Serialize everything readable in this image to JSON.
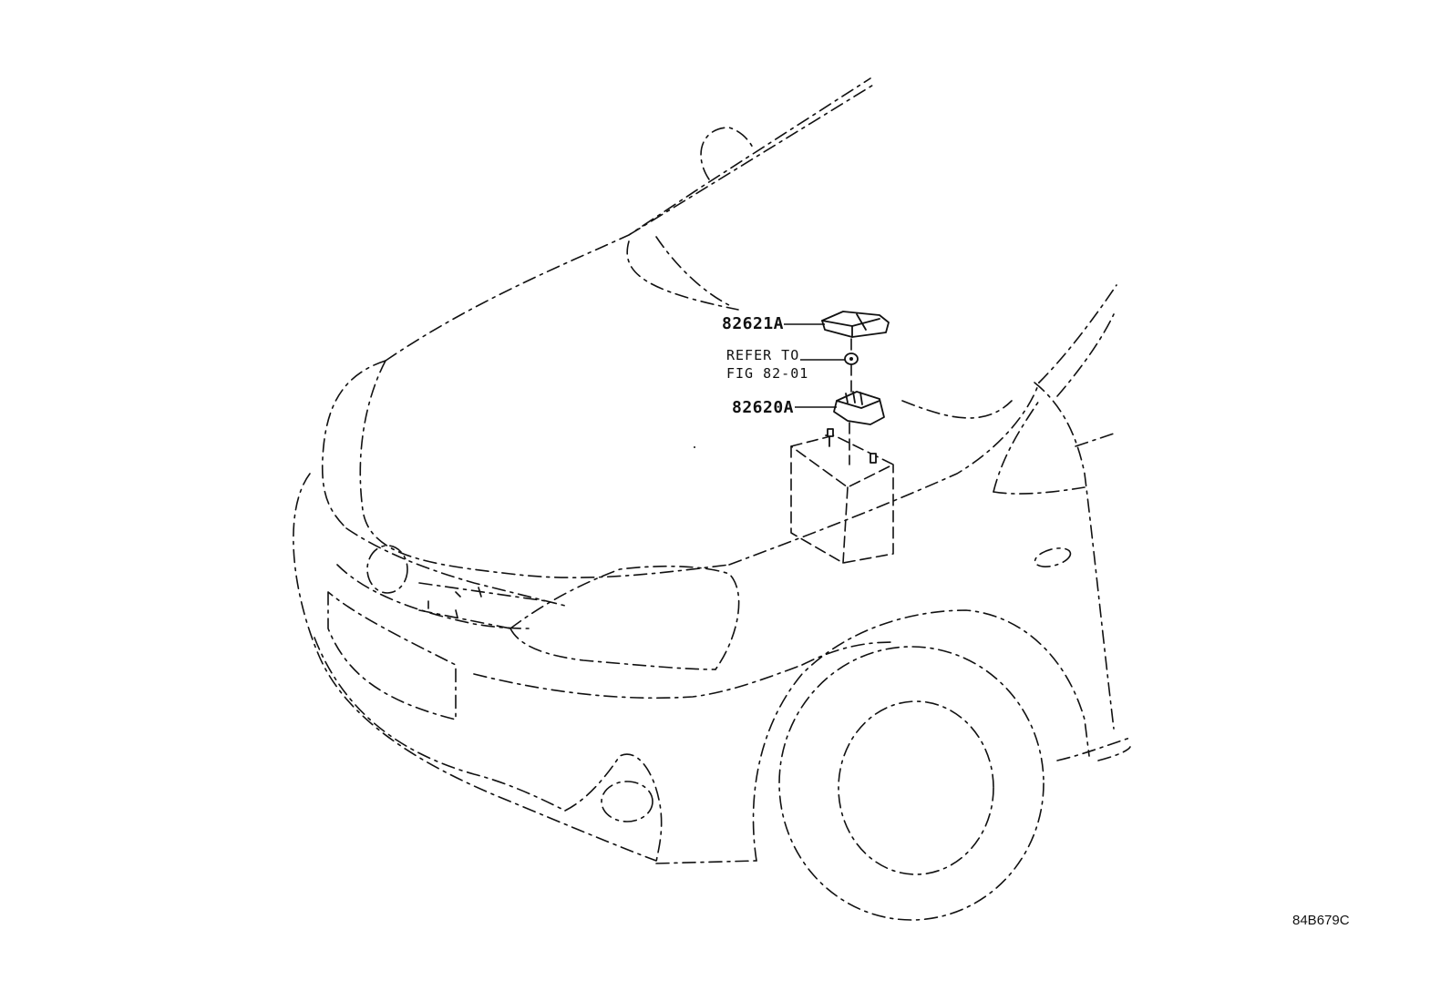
{
  "labels": {
    "part_upper": "82621A",
    "part_lower": "82620A",
    "refer_line1": "REFER TO",
    "refer_line2": "FIG 82-01",
    "illustration_code": "84B679C"
  }
}
